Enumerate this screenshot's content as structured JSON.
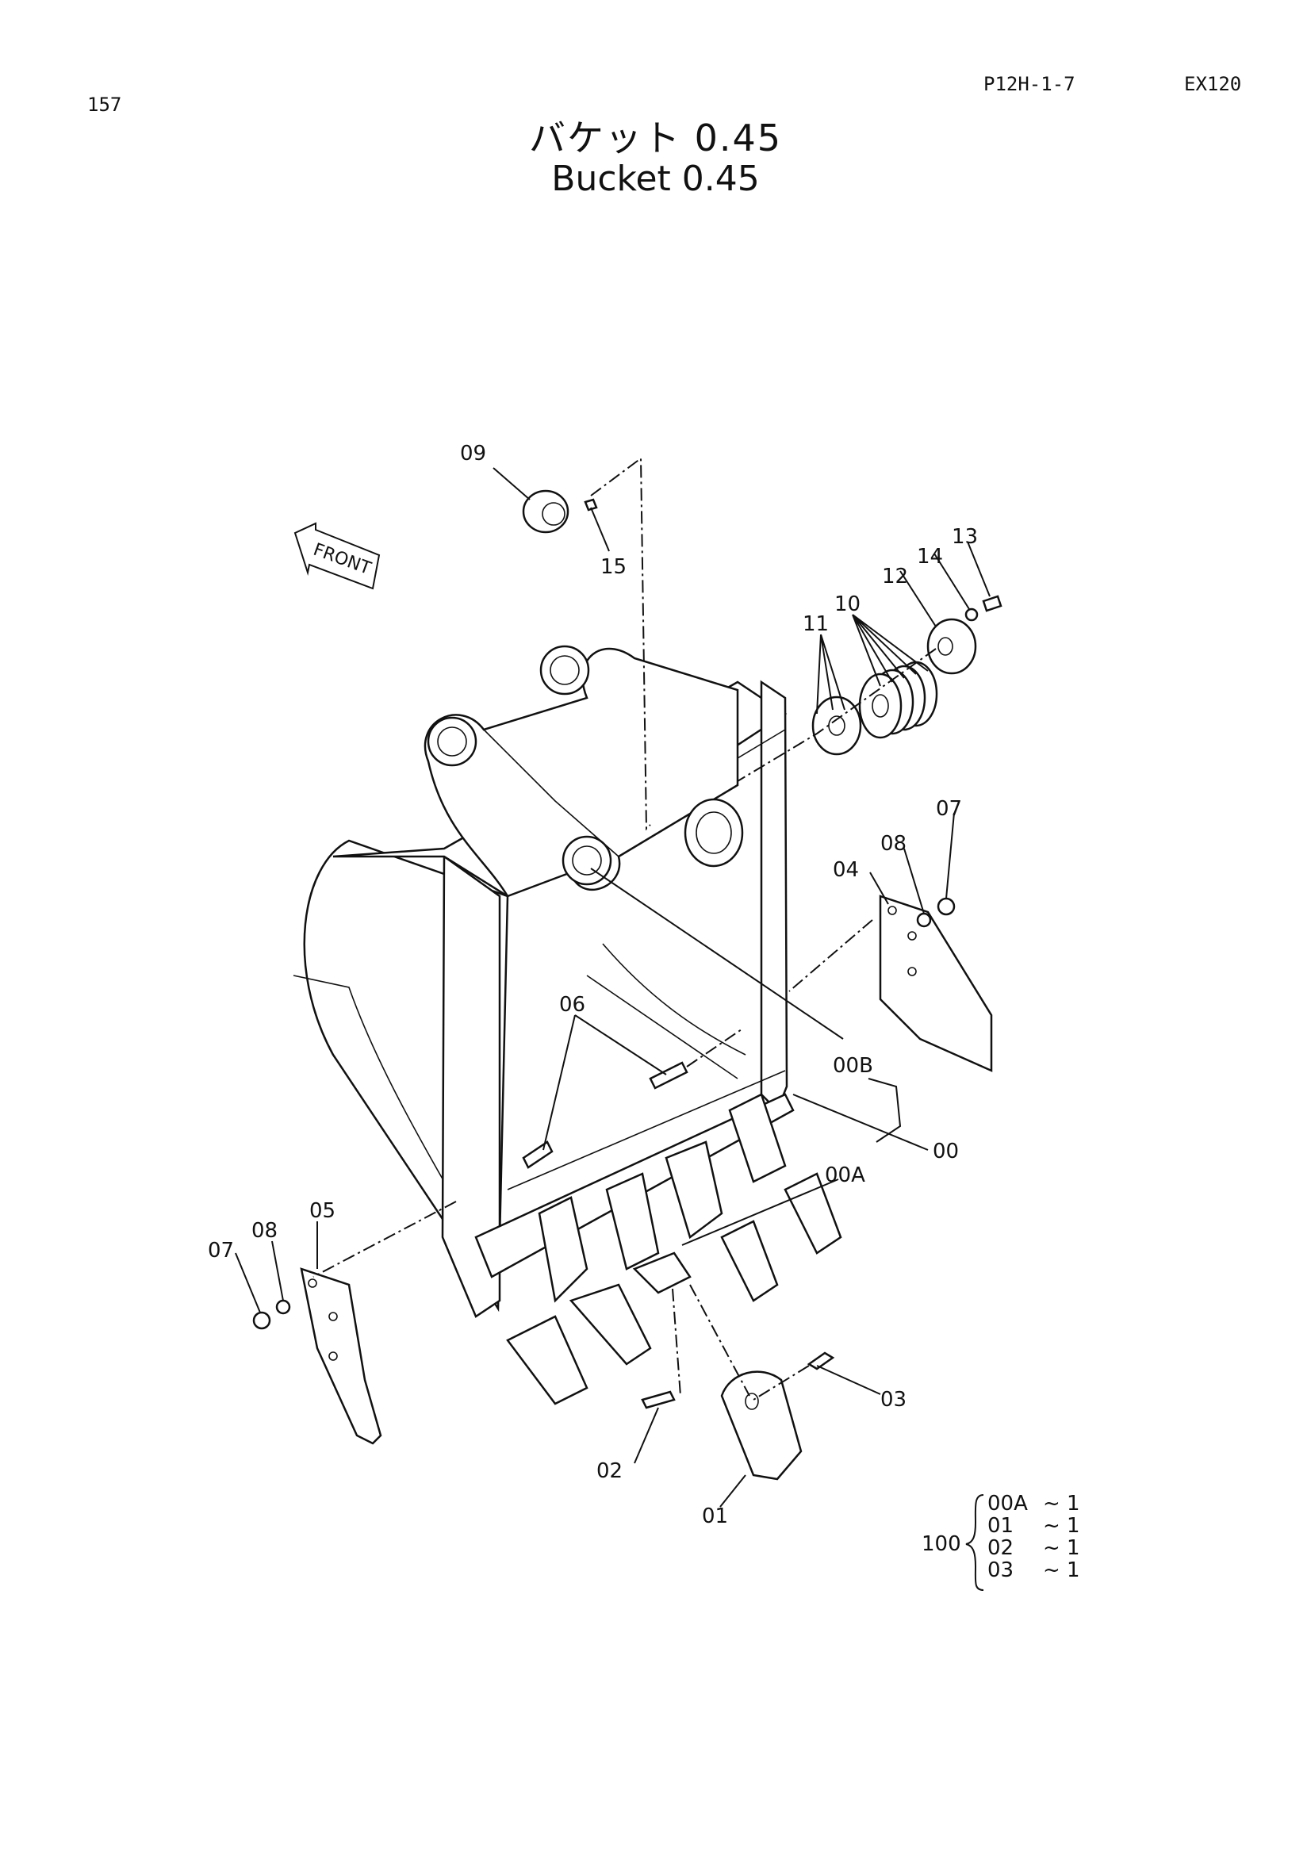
{
  "header": {
    "page_number": "157",
    "catalog_code": "P12H-1-7",
    "model": "EX120"
  },
  "title": {
    "japanese": "バケット 0.45",
    "english": "Bucket 0.45"
  },
  "diagram": {
    "front_tag": "FRONT",
    "callouts": {
      "p00": "00",
      "p00A": "00A",
      "p00B": "00B",
      "p01": "01",
      "p02": "02",
      "p03": "03",
      "p04": "04",
      "p05": "05",
      "p06": "06",
      "p07a": "07",
      "p07b": "07",
      "p08a": "08",
      "p08b": "08",
      "p09": "09",
      "p10": "10",
      "p11": "11",
      "p12": "12",
      "p13": "13",
      "p14": "14",
      "p15": "15"
    }
  },
  "kit": {
    "number": "100",
    "rows": [
      {
        "part": "00A",
        "qty": "~ 1"
      },
      {
        "part": "01",
        "qty": "~ 1"
      },
      {
        "part": "02",
        "qty": "~ 1"
      },
      {
        "part": "03",
        "qty": "~ 1"
      }
    ]
  }
}
